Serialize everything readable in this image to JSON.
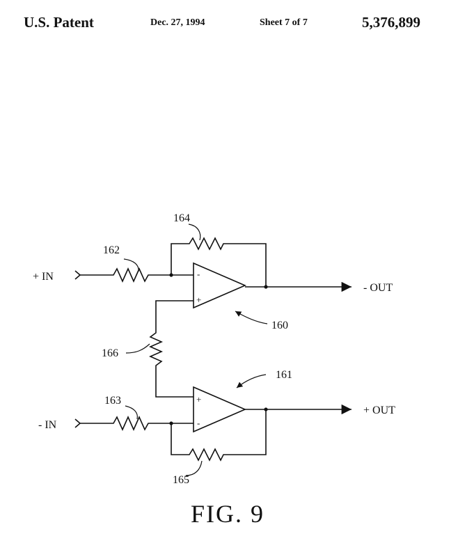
{
  "header": {
    "title": "U.S. Patent",
    "date": "Dec. 27, 1994",
    "sheet": "Sheet 7 of 7",
    "patent_number": "5,376,899"
  },
  "figure": {
    "caption": "FIG. 9",
    "inputs": {
      "plus": "+ IN",
      "minus": "- IN"
    },
    "outputs": {
      "minus": "- OUT",
      "plus": "+ OUT"
    },
    "opamp_signs": {
      "minus": "-",
      "plus": "+"
    },
    "reference_numerals": {
      "opamp_top": "160",
      "opamp_bottom": "161",
      "input_resistor_top": "162",
      "input_resistor_bottom": "163",
      "feedback_resistor_top": "164",
      "feedback_resistor_bottom": "165",
      "coupling_resistor": "166"
    }
  }
}
